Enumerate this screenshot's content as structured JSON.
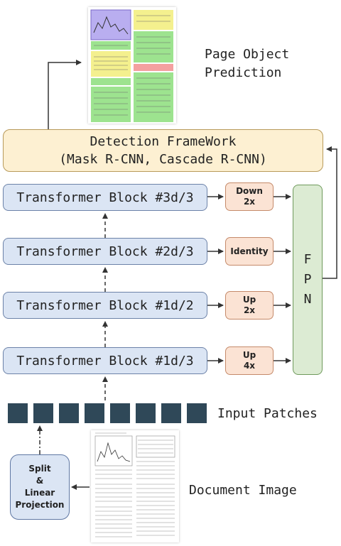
{
  "prediction_label": [
    "Page Object",
    "Prediction"
  ],
  "detection": {
    "line1": "Detection FrameWork",
    "line2": "(Mask R-CNN, Cascade R-CNN)"
  },
  "blocks": [
    {
      "label": "Transformer Block #3d/3",
      "module": [
        "Down",
        "2x"
      ]
    },
    {
      "label": "Transformer Block #2d/3",
      "module": [
        "Identity"
      ]
    },
    {
      "label": "Transformer Block #1d/2",
      "module": [
        "Up",
        "2x"
      ]
    },
    {
      "label": "Transformer Block #1d/3",
      "module": [
        "Up",
        "4x"
      ]
    }
  ],
  "fpn": [
    "F",
    "P",
    "N"
  ],
  "input_patches_label": "Input Patches",
  "split": [
    "Split",
    "&",
    "Linear",
    "Projection"
  ],
  "document_label": "Document Image"
}
